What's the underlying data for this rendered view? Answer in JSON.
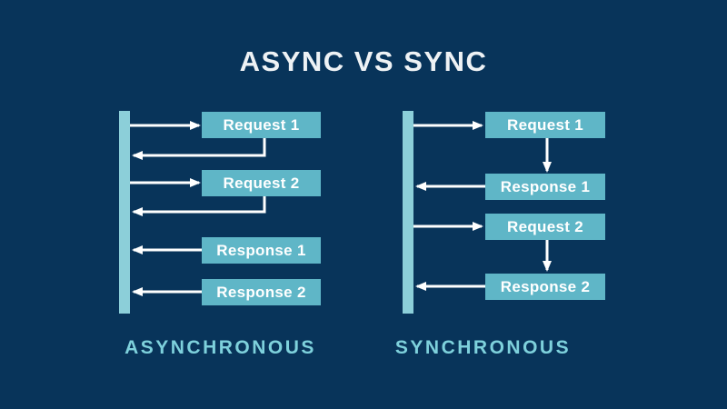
{
  "title": "ASYNC VS SYNC",
  "colors": {
    "background": "#08345a",
    "lifeline_bar": "#8ccfd9",
    "message_box": "#5fb6c7",
    "box_text": "#ffffff",
    "arrow": "#ffffff",
    "caption_text": "#7ed1dc",
    "title_text": "#eef2f5"
  },
  "diagrams": [
    {
      "caption": "ASYNCHRONOUS",
      "boxes": [
        {
          "label": "Request 1"
        },
        {
          "label": "Request 2"
        },
        {
          "label": "Response 1"
        },
        {
          "label": "Response 2"
        }
      ]
    },
    {
      "caption": "SYNCHRONOUS",
      "boxes": [
        {
          "label": "Request 1"
        },
        {
          "label": "Response 1"
        },
        {
          "label": "Request 2"
        },
        {
          "label": "Response 2"
        }
      ]
    }
  ]
}
